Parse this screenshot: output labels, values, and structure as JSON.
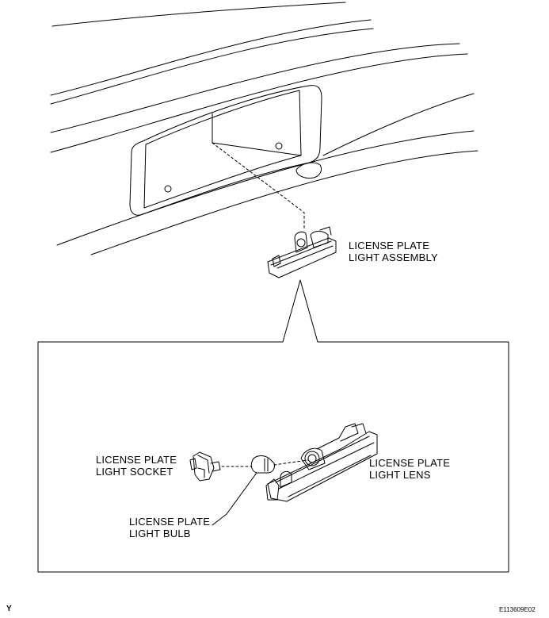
{
  "labels": {
    "assembly": [
      "LICENSE PLATE",
      "LIGHT ASSEMBLY"
    ],
    "socket": [
      "LICENSE PLATE",
      "LIGHT SOCKET"
    ],
    "lens": [
      "LICENSE PLATE",
      "LIGHT LENS"
    ],
    "bulb": [
      "LICENSE PLATE",
      "LIGHT BULB"
    ]
  },
  "corner_mark": "Y",
  "figure_code": "E113609E02"
}
